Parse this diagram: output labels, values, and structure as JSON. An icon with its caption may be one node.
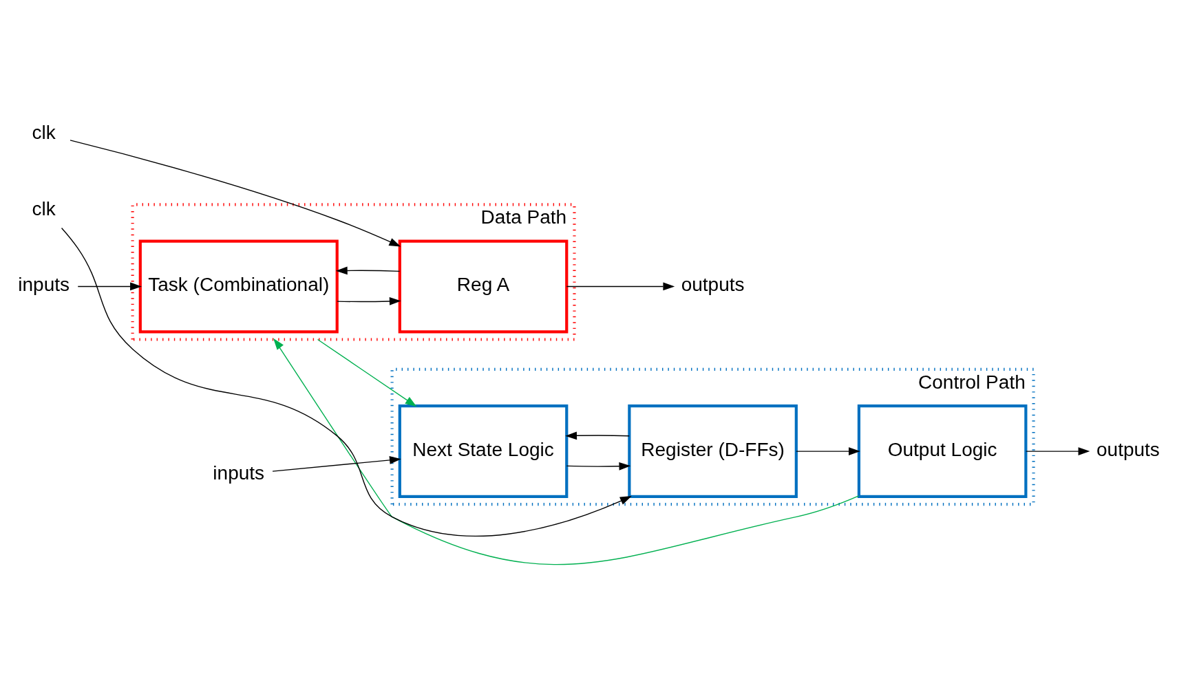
{
  "diagram": {
    "nodes": [
      {
        "text": [
          "Data Path"
        ]
      },
      {
        "text": [
          "inputs"
        ]
      },
      {
        "text": [
          "Task (Combinational)"
        ],
        "in": 0
      },
      {
        "text": [
          "Reg A"
        ],
        "in": 0
      },
      {
        "text": [
          "outputs"
        ]
      },
      {
        "text": [
          "clk"
        ]
      },
      {
        "text": [
          "Control Path"
        ]
      },
      {
        "text": [
          "inputs"
        ]
      },
      {
        "text": [
          "Next State Logic"
        ],
        "in": 6
      },
      {
        "text": [
          "Register (D-FFs)"
        ],
        "in": 6
      },
      {
        "text": [
          "Output Logic"
        ],
        "in": 6
      },
      {
        "text": [
          "outputs"
        ]
      },
      {
        "text": [
          "clk"
        ]
      }
    ],
    "edges": [
      {
        "from": 1,
        "to": 2,
        "arrow": "to"
      },
      {
        "from": 2,
        "to": 3,
        "arrow": "to"
      },
      {
        "from": 3,
        "to": 4,
        "arrow": "to"
      },
      {
        "from": 3,
        "to": 2,
        "arrow": "to"
      },
      {
        "from": 5,
        "to": 3,
        "arrow": "to"
      },
      {
        "from": 0,
        "to": 8,
        "arrow": "to",
        "color": "#00b050"
      },
      {
        "from": 10,
        "to": 0,
        "arrow": "to",
        "color": "#00b050"
      },
      {
        "from": 7,
        "to": 8,
        "arrow": "to"
      },
      {
        "from": 8,
        "to": 9,
        "arrow": "to"
      },
      {
        "from": 9,
        "to": 10,
        "arrow": "to"
      },
      {
        "from": 9,
        "to": 8,
        "arrow": "to"
      },
      {
        "from": 10,
        "to": 11,
        "arrow": "to"
      },
      {
        "from": 12,
        "to": 9,
        "arrow": "to"
      }
    ]
  }
}
